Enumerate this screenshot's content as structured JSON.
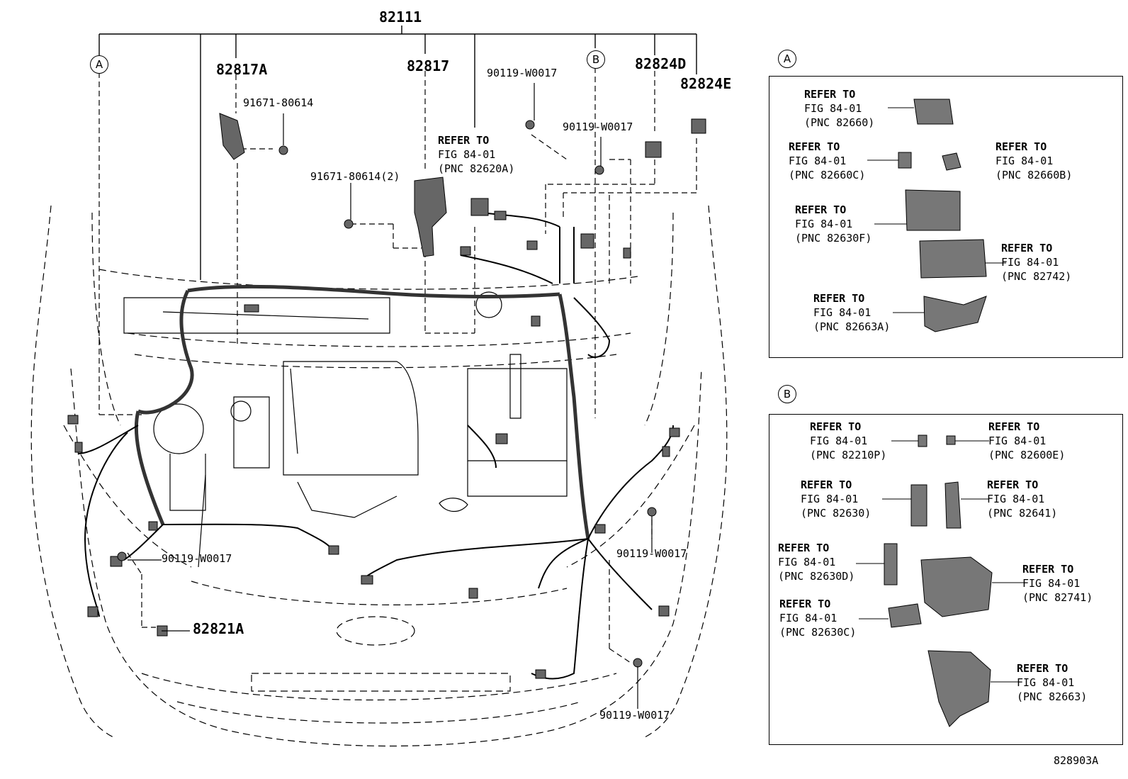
{
  "main_assembly": "82111",
  "parts": {
    "p82817A": "82817A",
    "p82817": "82817",
    "p82824D": "82824D",
    "p82824E": "82824E",
    "p82821A": "82821A",
    "bolt_91671_top": "91671-80614",
    "bolt_91671_2": "91671-80614(2)",
    "bolt_90119_top": "90119-W0017",
    "bolt_90119_top2": "90119-W0017",
    "bolt_90119_left": "90119-W0017",
    "bolt_90119_right": "90119-W0017",
    "bolt_90119_bottom": "90119-W0017"
  },
  "main_ref": {
    "line1": "REFER TO",
    "line2": "FIG 84-01",
    "line3": "(PNC 82620A)"
  },
  "callouts": {
    "a": "A",
    "b": "B"
  },
  "box_a_refs": [
    {
      "line1": "REFER TO",
      "line2": "FIG 84-01",
      "line3": "(PNC 82660)"
    },
    {
      "line1": "REFER TO",
      "line2": "FIG 84-01",
      "line3": "(PNC 82660C)"
    },
    {
      "line1": "REFER TO",
      "line2": "FIG 84-01",
      "line3": "(PNC 82660B)"
    },
    {
      "line1": "REFER TO",
      "line2": "FIG 84-01",
      "line3": "(PNC 82630F)"
    },
    {
      "line1": "REFER TO",
      "line2": "FIG 84-01",
      "line3": "(PNC 82742)"
    },
    {
      "line1": "REFER TO",
      "line2": "FIG 84-01",
      "line3": "(PNC 82663A)"
    }
  ],
  "box_b_refs": [
    {
      "line1": "REFER TO",
      "line2": "FIG 84-01",
      "line3": "(PNC 82210P)"
    },
    {
      "line1": "REFER TO",
      "line2": "FIG 84-01",
      "line3": "(PNC 82600E)"
    },
    {
      "line1": "REFER TO",
      "line2": "FIG 84-01",
      "line3": "(PNC 82630)"
    },
    {
      "line1": "REFER TO",
      "line2": "FIG 84-01",
      "line3": "(PNC 82641)"
    },
    {
      "line1": "REFER TO",
      "line2": "FIG 84-01",
      "line3": "(PNC 82630D)"
    },
    {
      "line1": "REFER TO",
      "line2": "FIG 84-01",
      "line3": "(PNC 82741)"
    },
    {
      "line1": "REFER TO",
      "line2": "FIG 84-01",
      "line3": "(PNC 82630C)"
    },
    {
      "line1": "REFER TO",
      "line2": "FIG 84-01",
      "line3": "(PNC 82663)"
    }
  ],
  "figure_id": "828903A"
}
